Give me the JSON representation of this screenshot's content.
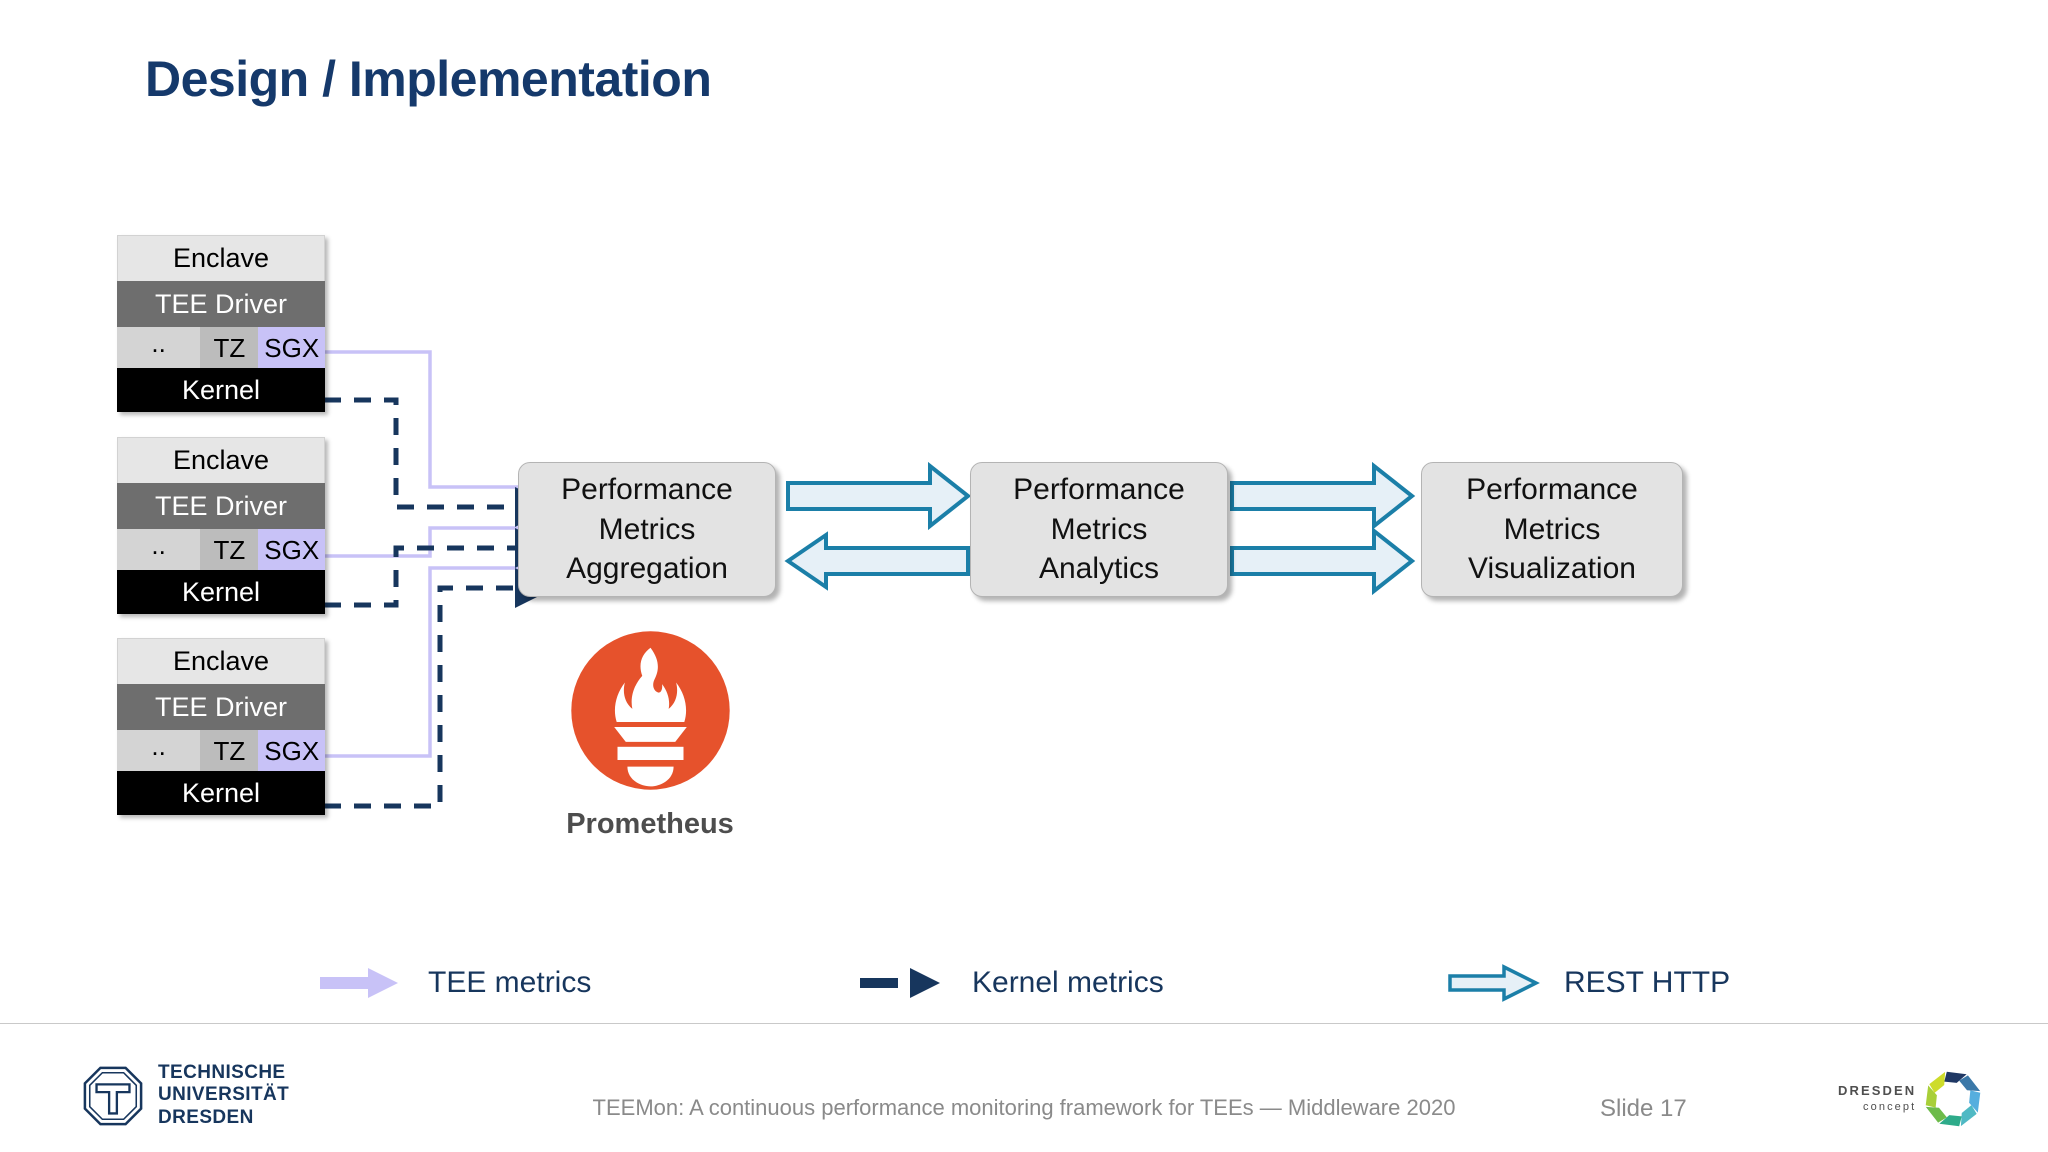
{
  "slide": {
    "title": "Design / Implementation"
  },
  "tee_stacks": [
    {
      "enclave": "Enclave",
      "driver": "TEE Driver",
      "tech": {
        "other": "..",
        "tz": "TZ",
        "sgx": "SGX"
      },
      "kernel": "Kernel"
    },
    {
      "enclave": "Enclave",
      "driver": "TEE Driver",
      "tech": {
        "other": "..",
        "tz": "TZ",
        "sgx": "SGX"
      },
      "kernel": "Kernel"
    },
    {
      "enclave": "Enclave",
      "driver": "TEE Driver",
      "tech": {
        "other": "..",
        "tz": "TZ",
        "sgx": "SGX"
      },
      "kernel": "Kernel"
    }
  ],
  "pipeline": [
    {
      "line1": "Performance",
      "line2": "Metrics",
      "line3": "Aggregation"
    },
    {
      "line1": "Performance",
      "line2": "Metrics",
      "line3": "Analytics"
    },
    {
      "line1": "Performance",
      "line2": "Metrics",
      "line3": "Visualization"
    }
  ],
  "prometheus": {
    "label": "Prometheus",
    "logo_color": "#E6522C"
  },
  "legend": [
    {
      "label": "TEE metrics",
      "marker": "solid-arrow",
      "color": "#c8c2f7"
    },
    {
      "label": "Kernel metrics",
      "marker": "dashed-arrow",
      "color": "#17365d"
    },
    {
      "label": "REST HTTP",
      "marker": "block-arrow",
      "color": "#1b7fa8"
    }
  ],
  "footer": {
    "citation": "TEEMon: A continuous performance monitoring framework for TEEs  —  Middleware 2020",
    "slide_number": "Slide 17",
    "tud_logo": {
      "line1": "TECHNISCHE",
      "line2": "UNIVERSITÄT",
      "line3": "DRESDEN"
    },
    "dresden_concept": {
      "line1": "DRESDEN",
      "line2": "concept"
    }
  },
  "colors": {
    "title": "#15396b",
    "tee_metrics": "#c8c2f7",
    "kernel_metrics": "#17365d",
    "rest_http": "#1b7fa8",
    "rest_http_fill": "#e6f0f7",
    "box_fill": "#e3e3e3",
    "kernel_fill": "#000000",
    "driver_fill": "#6e6e6e",
    "enclave_fill": "#e6e6e6"
  }
}
